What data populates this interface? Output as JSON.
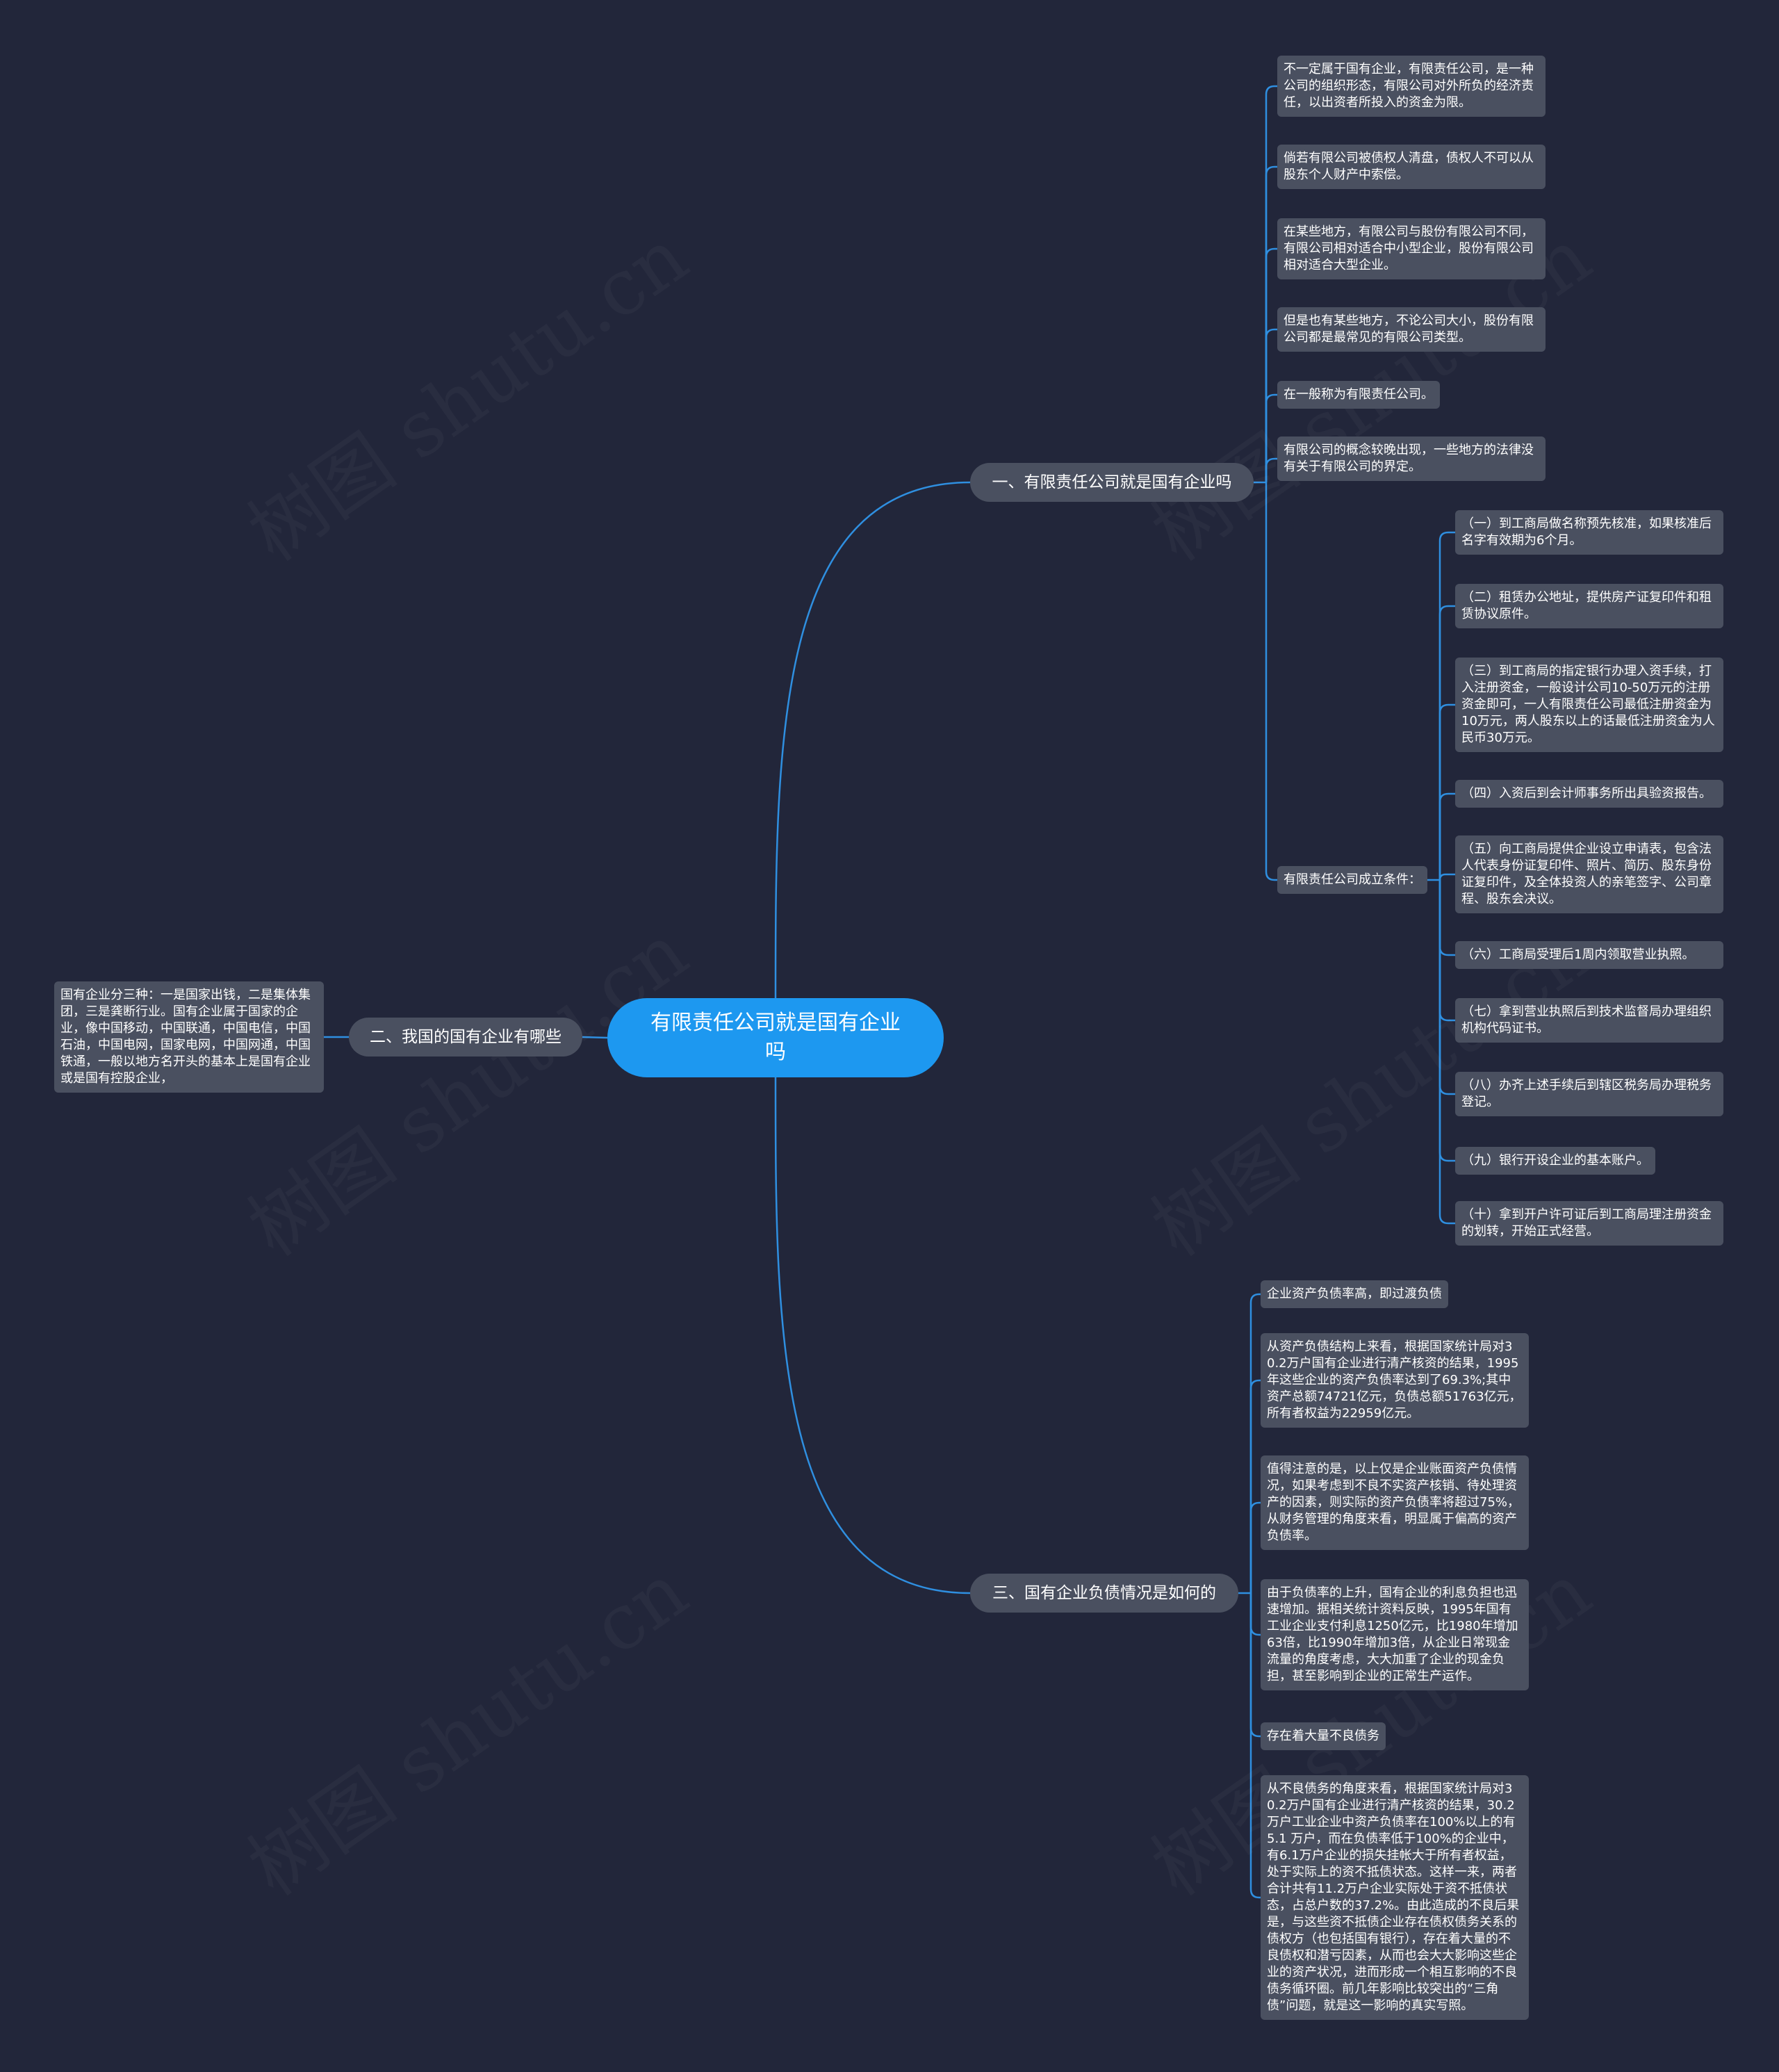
{
  "watermark": "树图 shutu.cn",
  "colors": {
    "background": "#22263a",
    "root": "#1d98f0",
    "node": "#4a5060",
    "link": "#2f8fe0"
  },
  "root": {
    "label": "有限责任公司就是国有企业吗"
  },
  "branch1": {
    "label": "一、有限责任公司就是国有企业吗",
    "items": [
      "不一定属于国有企业，有限责任公司，是一种公司的组织形态，有限公司对外所负的经济责任，以出资者所投入的资金为限。",
      "倘若有限公司被债权人清盘，债权人不可以从股东个人财产中索偿。",
      "在某些地方，有限公司与股份有限公司不同，有限公司相对适合中小型企业，股份有限公司相对适合大型企业。",
      "但是也有某些地方，不论公司大小，股份有限公司都是最常见的有限公司类型。",
      "在一般称为有限责任公司。",
      "有限公司的概念较晚出现，一些地方的法律没有关于有限公司的界定。"
    ],
    "conditions": {
      "label": "有限责任公司成立条件：",
      "items": [
        "（一）到工商局做名称预先核准，如果核准后名字有效期为6个月。",
        "（二）租赁办公地址，提供房产证复印件和租赁协议原件。",
        "（三）到工商局的指定银行办理入资手续，打入注册资金，一般设计公司10-50万元的注册资金即可，一人有限责任公司最低注册资金为10万元，两人股东以上的话最低注册资金为人民币30万元。",
        "（四）入资后到会计师事务所出具验资报告。",
        "（五）向工商局提供企业设立申请表，包含法人代表身份证复印件、照片、简历、股东身份证复印件，及全体投资人的亲笔签字、公司章程、股东会决议。",
        "（六）工商局受理后1周内领取营业执照。",
        "（七）拿到营业执照后到技术监督局办理组织机构代码证书。",
        "（八）办齐上述手续后到辖区税务局办理税务登记。",
        "（九）银行开设企业的基本账户。",
        "（十）拿到开户许可证后到工商局理注册资金的划转，开始正式经营。"
      ]
    }
  },
  "branch2": {
    "label": "二、我国的国有企业有哪些",
    "items": [
      "国有企业分三种：一是国家出钱，二是集体集团，三是龚断行业。国有企业属于国家的企业，像中国移动，中国联通，中国电信，中国石油，中国电网，国家电网，中国网通，中国铁通，一般以地方名开头的基本上是国有企业或是国有控股企业，"
    ]
  },
  "branch3": {
    "label": "三、国有企业负债情况是如何的",
    "items": [
      "企业资产负债率高，即过渡负债",
      "从资产负债结构上来看，根据国家统计局对30.2万户国有企业进行清产核资的结果，1995年这些企业的资产负债率达到了69.3%;其中资产总额74721亿元，负债总额51763亿元，所有者权益为22959亿元。",
      "值得注意的是，以上仅是企业账面资产负债情况，如果考虑到不良不实资产核销、待处理资产的因素，则实际的资产负债率将超过75%，从财务管理的角度来看，明显属于偏高的资产负债率。",
      "由于负债率的上升，国有企业的利息负担也迅速增加。据相关统计资料反映，1995年国有工业企业支付利息1250亿元，比1980年增加63倍，比1990年增加3倍，从企业日常现金流量的角度考虑，大大加重了企业的现金负担，甚至影响到企业的正常生产运作。",
      "存在着大量不良债务",
      "从不良债务的角度来看，根据国家统计局对30.2万户国有企业进行清产核资的结果，30.2万户工业企业中资产负债率在100%以上的有5.1 万户，而在负债率低于100%的企业中，有6.1万户企业的损失挂帐大于所有者权益，处于实际上的资不抵债状态。这样一来，两者合计共有11.2万户企业实际处于资不抵债状态，占总户数的37.2%。由此造成的不良后果是，与这些资不抵债企业存在债权债务关系的债权方（也包括国有银行），存在着大量的不良债权和潜亏因素，从而也会大大影响这些企业的资产状况，进而形成一个相互影响的不良债务循环圈。前几年影响比较突出的“三角债”问题，就是这一影响的真实写照。"
    ]
  }
}
